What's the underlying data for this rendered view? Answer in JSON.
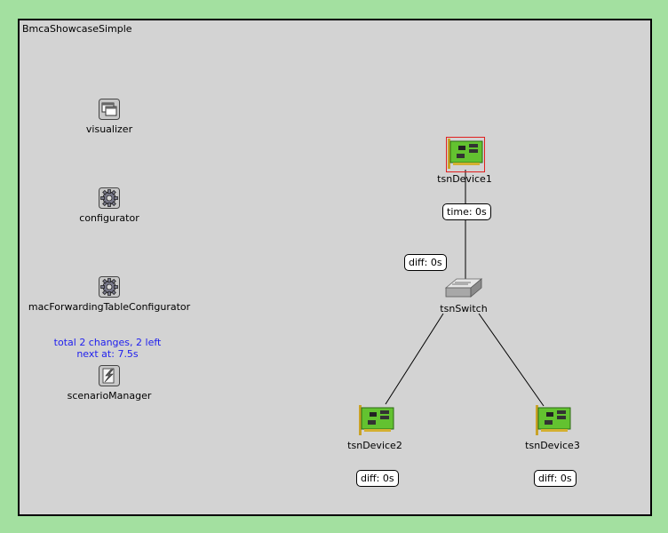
{
  "network": {
    "title": "BmcaShowcaseSimple"
  },
  "modules": {
    "visualizer": {
      "label": "visualizer",
      "icon": "window-icon"
    },
    "configurator": {
      "label": "configurator",
      "icon": "gear-icon"
    },
    "mac_forwarding": {
      "label": "macForwardingTableConfigurator",
      "icon": "gear-icon"
    },
    "scenario_manager": {
      "label": "scenarioManager",
      "icon": "scenario-icon",
      "status_line1": "total 2 changes, 2 left",
      "status_line2": "next at: 7.5s"
    }
  },
  "devices": {
    "tsn_device1": {
      "label": "tsnDevice1",
      "icon": "nic-card-icon",
      "selected": true,
      "bubble": "time: 0s"
    },
    "tsn_switch": {
      "label": "tsnSwitch",
      "icon": "switch-icon",
      "bubble": "diff: 0s"
    },
    "tsn_device2": {
      "label": "tsnDevice2",
      "icon": "nic-card-icon",
      "bubble": "diff: 0s"
    },
    "tsn_device3": {
      "label": "tsnDevice3",
      "icon": "nic-card-icon",
      "bubble": "diff: 0s"
    }
  },
  "colors": {
    "background": "#a3e0a0",
    "canvas": "#d3d3d3",
    "card_green": "#63c230",
    "status_text": "#2020ee",
    "selection": "#e02020"
  }
}
